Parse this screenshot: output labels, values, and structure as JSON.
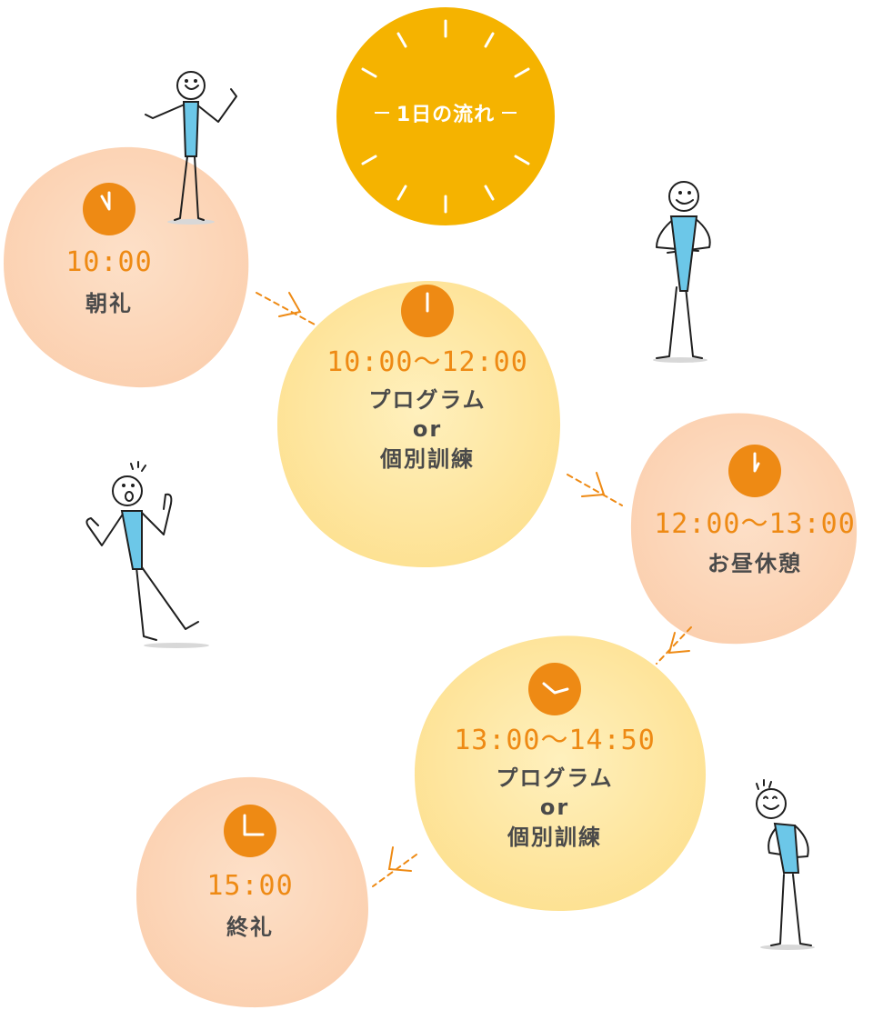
{
  "title": "1日の流れ",
  "colors": {
    "title_circle": "#f5b300",
    "accent_orange": "#ee8a14",
    "peach_blob": "#fbd6ba",
    "yellow_blob": "#fde39a",
    "label_text": "#4a4a4a",
    "figure_shirt": "#6cc7e8"
  },
  "steps": [
    {
      "time": "10:00",
      "labels": [
        "朝礼"
      ]
    },
    {
      "time": "10:00～12:00",
      "labels": [
        "プログラム",
        "or",
        "個別訓練"
      ]
    },
    {
      "time": "12:00～13:00",
      "labels": [
        "お昼休憩"
      ]
    },
    {
      "time": "13:00～14:50",
      "labels": [
        "プログラム",
        "or",
        "個別訓練"
      ]
    },
    {
      "time": "15:00",
      "labels": [
        "終礼"
      ]
    }
  ],
  "icons": [
    "clock-icon",
    "dashed-arrow-icon",
    "stick-figure-illustration"
  ]
}
